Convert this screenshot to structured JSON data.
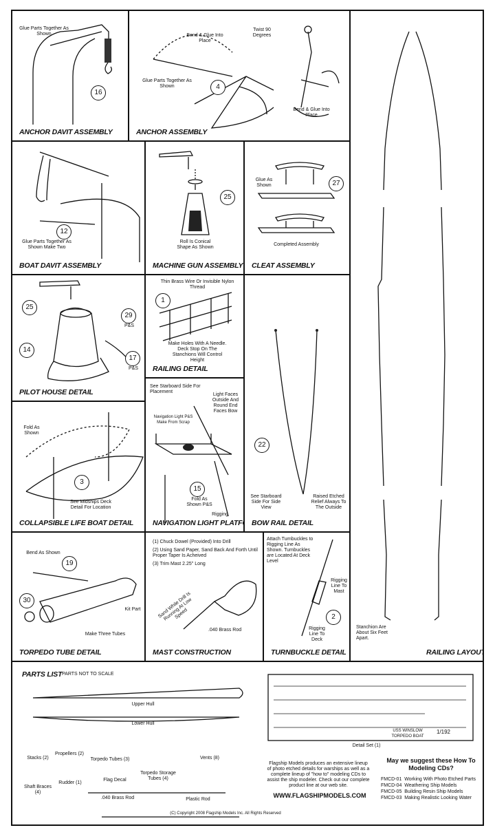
{
  "panels": {
    "anchor_davit": {
      "title": "ANCHOR DAVIT ASSEMBLY",
      "note": "Glue Parts Together As Shown",
      "part": "16"
    },
    "anchor": {
      "title": "ANCHOR ASSEMBLY",
      "note_bend": "Bend & Glue Into Place",
      "note_twist": "Twist 90 Degrees",
      "note_glue": "Glue Parts Together As Shown",
      "note_bend2": "Bend & Glue Into Place",
      "part": "4"
    },
    "boat_davit": {
      "title": "BOAT DAVIT ASSEMBLY",
      "note": "Glue Parts Together As Shown Make Two",
      "part": "12"
    },
    "machine_gun": {
      "title": "MACHINE GUN ASSEMBLY",
      "note": "Roll Is Conical Shape As Shown",
      "part": "25"
    },
    "cleat": {
      "title": "CLEAT ASSEMBLY",
      "note_glue": "Glue As Shown",
      "note_done": "Completed Assembly",
      "part": "27"
    },
    "pilot_house": {
      "title": "PILOT HOUSE DETAIL",
      "part_a": "25",
      "part_b": "29",
      "part_b_note": "P&S",
      "part_c": "14",
      "part_d": "17",
      "part_d_note": "P&S"
    },
    "railing": {
      "title": "RAILING DETAIL",
      "note_top": "Thin Brass Wire Or Invisible Nylon Thread",
      "note_bottom": "Make Holes With A Needle. Deck Stop On The Stanchions Will Control Height",
      "part": "1"
    },
    "lifeboat": {
      "title": "COLLAPSIBLE LIFE BOAT DETAIL",
      "note_fold": "Fold As Shown",
      "note_deck": "See Midships Deck Detail For Location",
      "part": "3"
    },
    "nav_light": {
      "title": "NAVIGATION LIGHT PLATFORM",
      "note_see": "See Starboard Side For Placement",
      "note_light": "Light Faces Outside And Round End Faces Bow",
      "note_scrap": "Navigation Light P&S Make From Scrap",
      "note_fold": "Fold As Shown P&S",
      "note_rigging": "Rigging",
      "part": "15"
    },
    "bow_rail": {
      "title": "BOW RAIL DETAIL",
      "note_see": "See Starboard Side For Side View",
      "note_raised": "Raised Etched Relief Always To The Outside",
      "part": "22"
    },
    "torpedo": {
      "title": "TORPEDO TUBE DETAIL",
      "note_bend": "Bend As Shown",
      "note_kit": "Kit Part",
      "note_make": "Make Three Tubes",
      "part_a": "19",
      "part_b": "30"
    },
    "mast": {
      "title": "MAST CONSTRUCTION",
      "step1": "(1) Chuck Dowel (Provided) Into Drill",
      "step2": "(2) Using Sand Paper, Sand Back And Forth Until Proper Taper Is Acheived",
      "step3": "(3) Trim Mast 2.25\" Long",
      "note_sand": "Sand While Drill Is Running At Low Speed",
      "note_rod": ".040 Brass Rod"
    },
    "turnbuckle": {
      "title": "TURNBUCKLE DETAIL",
      "note_top": "Attach Turnbuckles to Rigging Line As Shown. Turnbuckles are Located At Deck Level",
      "note_mast": "Rigging Line To Mast",
      "note_deck": "Rigging Line To Deck",
      "part": "2"
    },
    "railing_layout": {
      "title": "RAILING LAYOUT",
      "note": "Stanchion Are About Six Feet Apart."
    }
  },
  "parts_list": {
    "title": "PARTS LIST",
    "subtitle": "PARTS NOT TO SCALE",
    "upper_hull": "Upper Hull",
    "lower_hull": "Lower Hull",
    "stacks": "Stacks (2)",
    "propellers": "Propellers (2)",
    "torpedo_tubes": "Torpedo Tubes (3)",
    "vents": "Vents (8)",
    "torpedo_storage": "Torpedo Storage Tubes (4)",
    "flag_decal": "Flag Decal",
    "shaft_braces": "Shaft Braces (4)",
    "rudder": "Rudder (1)",
    "brass_rod": ".040 Brass Rod",
    "plastic_rod": "Plastic Rod",
    "detail_set": "Detail Set (1)",
    "fret_label": "USS WINSLOW TORPEDO BOAT",
    "fret_scale": "1/192",
    "promo": "Flagship Models produces an extensive lineup of photo etched details for warships as well as a complete lineup of \"how to\" modeling CDs to assist the ship modeler. Check out our complete product line at our web site.",
    "website": "WWW.FLAGSHIPMODELS.COM",
    "copyright": "(C) Copyright 2008 Flagship Models Inc. All Rights Reserved",
    "suggest_title": "May we suggest these How To Modeling CDs?",
    "cds": [
      {
        "code": "FMCD-01",
        "name": "Working With Photo Etched Parts"
      },
      {
        "code": "FMCD-04",
        "name": "Weathering Ship Models"
      },
      {
        "code": "FMCD-05",
        "name": "Building Resin Ship Models"
      },
      {
        "code": "FMCD-03",
        "name": "Making Realistic Looking Water"
      }
    ]
  }
}
